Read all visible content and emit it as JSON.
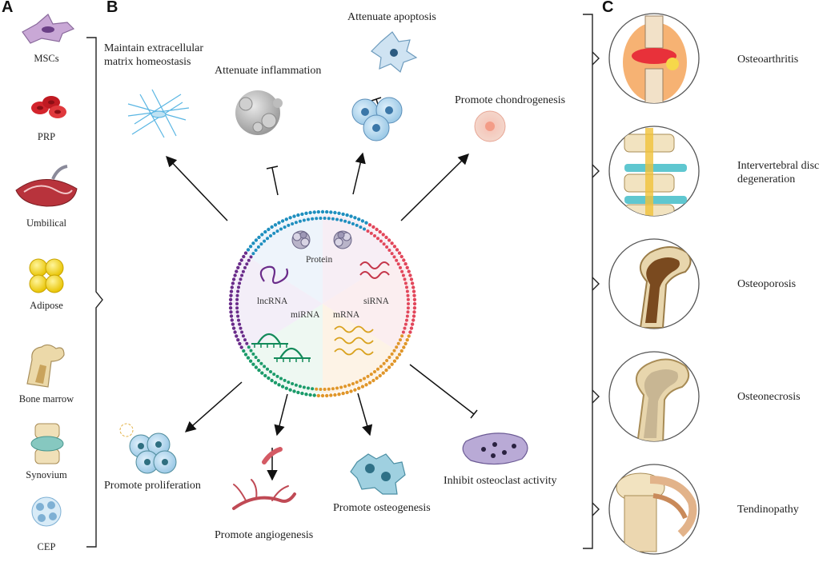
{
  "panels": {
    "a": "A",
    "b": "B",
    "c": "C"
  },
  "sources": [
    "MSCs",
    "PRP",
    "Umbilical",
    "Adipose",
    "Bone marrow",
    "Synovium",
    "CEP"
  ],
  "contents": {
    "protein": "Protein",
    "lncrna": "lncRNA",
    "sirna": "siRNA",
    "mirna": "miRNA",
    "mrna": "mRNA"
  },
  "effects": {
    "ecm_line1": "Maintain extracellular",
    "ecm_line2": "matrix homeostasis",
    "inflammation": "Attenuate inflammation",
    "apoptosis": "Attenuate apoptosis",
    "chondrogenesis": "Promote chondrogenesis",
    "proliferation": "Promote proliferation",
    "angiogenesis": "Promote angiogenesis",
    "osteogenesis": "Promote osteogenesis",
    "osteoclast": "Inhibit osteoclast activity"
  },
  "diseases": {
    "oa": "Osteoarthritis",
    "idd_line1": "Intervertebral disc",
    "idd_line2": "degeneration",
    "op": "Osteoporosis",
    "on": "Osteonecrosis",
    "tendinopathy": "Tendinopathy"
  },
  "colors": {
    "ring_blue": "#1f8fbf",
    "ring_red": "#e2475b",
    "ring_orange": "#e0962a",
    "ring_green": "#1b9b6a",
    "ring_purple": "#6a2c8a",
    "arrow": "#111111"
  }
}
